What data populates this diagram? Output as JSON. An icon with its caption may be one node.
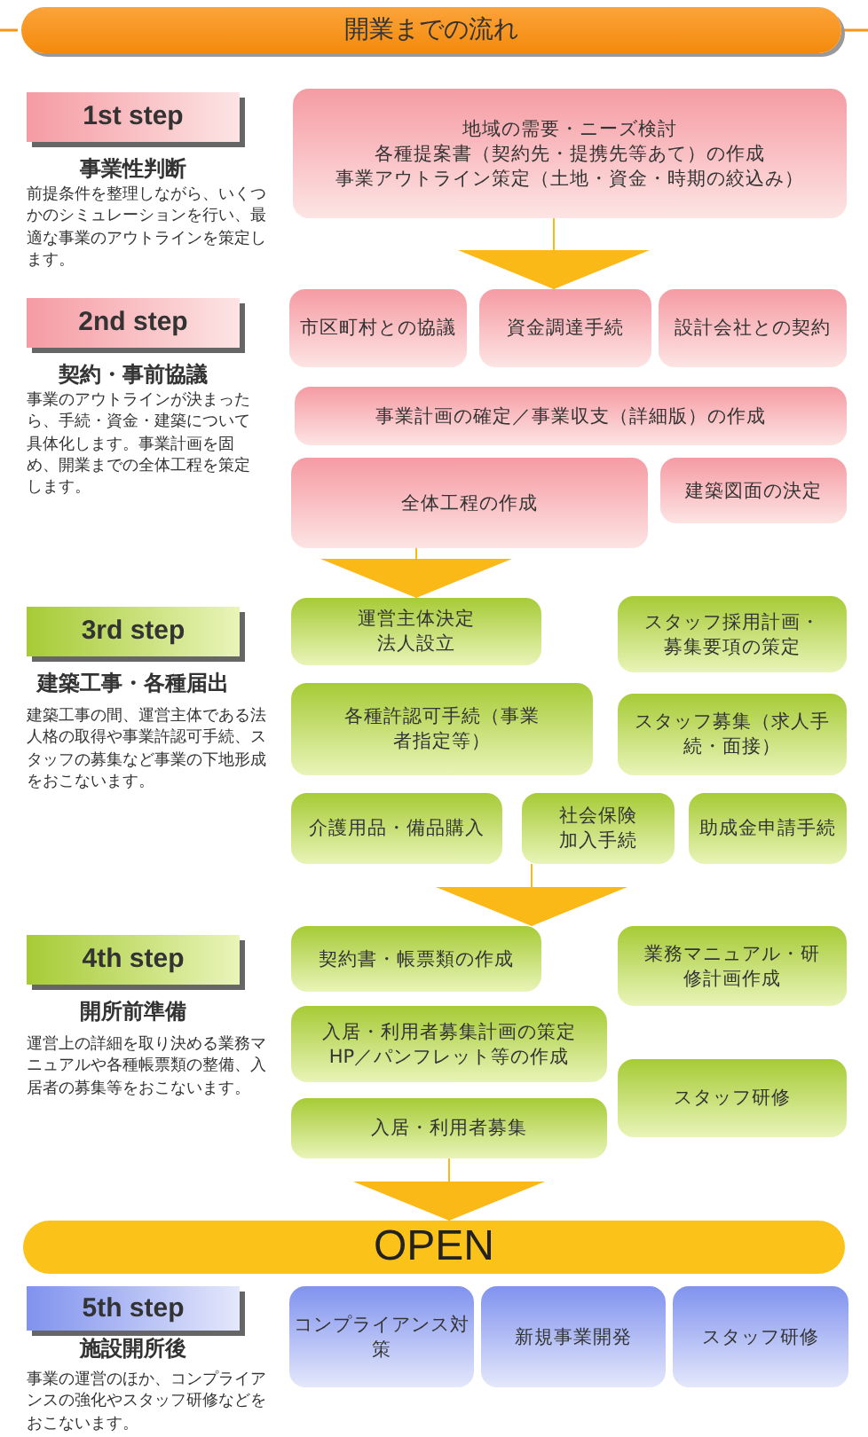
{
  "diagram": {
    "title": "開業までの流れ",
    "nodes": [
      {
        "text": [
          "1st step",
          "事業性判断"
        ]
      },
      {
        "text": [
          "地域の需要・ニーズ検討",
          "各種提案書（契約先・提携先等あて）の作成",
          "事業アウトライン策定（土地・資金・時期の絞込み）"
        ]
      },
      {
        "text": [
          "2nd step",
          "契約・事前協議"
        ]
      },
      {
        "text": [
          "市区町村との協議"
        ]
      },
      {
        "text": [
          "資金調達手続"
        ]
      },
      {
        "text": [
          "設計会社との契約"
        ]
      },
      {
        "text": [
          "事業計画の確定／事業収支（詳細版）の作成"
        ]
      },
      {
        "text": [
          "全体工程の作成"
        ]
      },
      {
        "text": [
          "建築図面の決定"
        ]
      },
      {
        "text": [
          "3rd step",
          "建築工事・各種届出"
        ]
      },
      {
        "text": [
          "運営主体決定",
          "法人設立"
        ]
      },
      {
        "text": [
          "スタッフ採用計画・募集要項の策定"
        ]
      },
      {
        "text": [
          "各種許認可手続（事業者指定等）"
        ]
      },
      {
        "text": [
          "スタッフ募集（求人手続・面接）"
        ]
      },
      {
        "text": [
          "介護用品・備品購入"
        ]
      },
      {
        "text": [
          "社会保険加入手続"
        ]
      },
      {
        "text": [
          "助成金申請手続"
        ]
      },
      {
        "text": [
          "4th step",
          "開所前準備"
        ]
      },
      {
        "text": [
          "契約書・帳票類の作成"
        ]
      },
      {
        "text": [
          "業務マニュアル・研修計画作成"
        ]
      },
      {
        "text": [
          "入居・利用者募集計画の策定",
          "HP／パンフレット等の作成"
        ]
      },
      {
        "text": [
          "入居・利用者募集"
        ]
      },
      {
        "text": [
          "スタッフ研修"
        ]
      },
      {
        "text": [
          "OPEN"
        ]
      },
      {
        "text": [
          "5th step",
          "施設開所後"
        ]
      },
      {
        "text": [
          "コンプライアンス対策"
        ]
      },
      {
        "text": [
          "新規事業開発"
        ]
      },
      {
        "text": [
          "スタッフ研修"
        ]
      }
    ],
    "edges": [
      {
        "from": 1,
        "to": 4,
        "arrow": "to"
      },
      {
        "from": 7,
        "to": 10,
        "arrow": "to"
      },
      {
        "from": 15,
        "to": 18,
        "arrow": "to"
      },
      {
        "from": 21,
        "to": 23,
        "arrow": "to"
      }
    ],
    "labels": [
      "前提条件を整理しながら、いくつかのシミュレーションを行い、最適な事業のアウトラインを策定します。",
      "事業のアウトラインが決まったら、手続・資金・建築について具体化します。事業計画を固め、開業までの全体工程を策定します。",
      "建築工事の間、運営主体である法人格の取得や事業許認可手続、スタッフの募集など事業の下地形成をおこないます。",
      "運営上の詳細を取り決める業務マニュアルや各種帳票類の整備、入居者の募集等をおこないます。",
      "事業の運営のほか、コンプライアンスの強化やスタッフ研修などをおこないます。"
    ]
  }
}
